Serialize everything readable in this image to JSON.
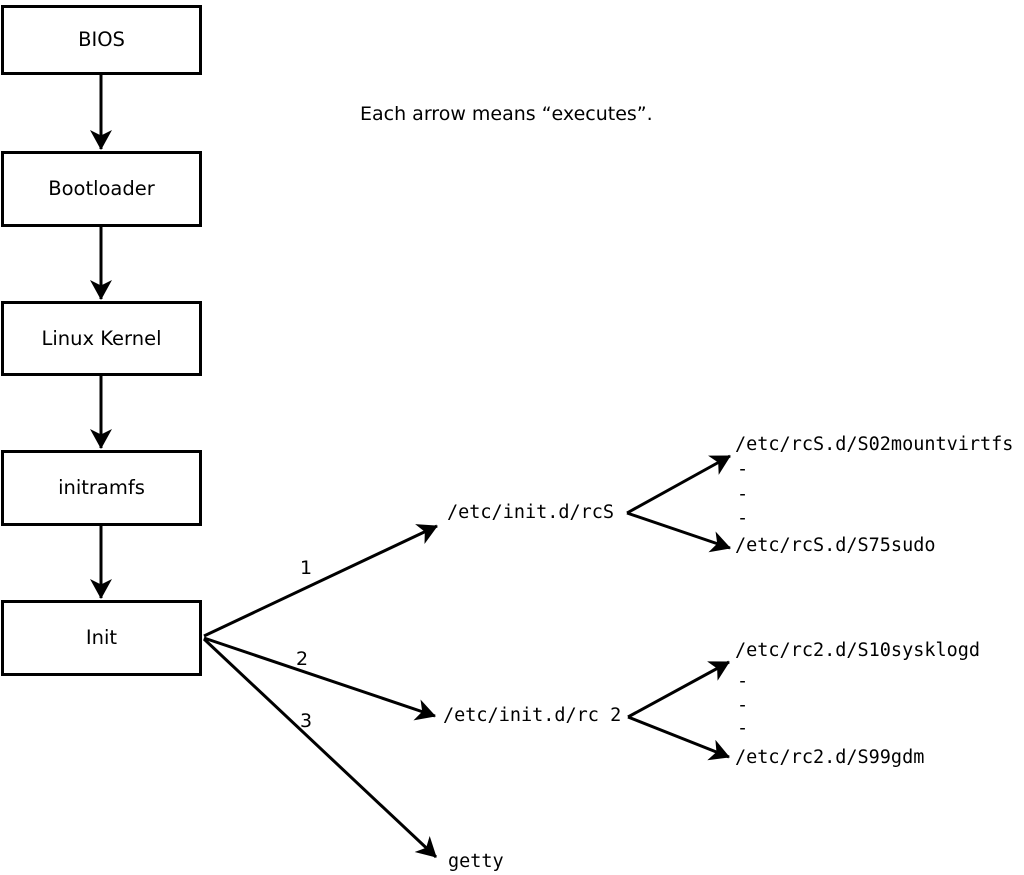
{
  "caption": "Each arrow means “executes”.",
  "chain": [
    {
      "label": "BIOS"
    },
    {
      "label": "Bootloader"
    },
    {
      "label": "Linux Kernel"
    },
    {
      "label": "initramfs"
    },
    {
      "label": "Init"
    }
  ],
  "fanout": [
    {
      "number": "1",
      "target": "/etc/init.d/rcS",
      "children": [
        "/etc/rcS.d/S02mountvirtfs",
        "-",
        "-",
        "-",
        "/etc/rcS.d/S75sudo"
      ]
    },
    {
      "number": "2",
      "target": "/etc/init.d/rc 2",
      "children": [
        "/etc/rc2.d/S10sysklogd",
        "-",
        "-",
        "-",
        "/etc/rc2.d/S99gdm"
      ]
    },
    {
      "number": "3",
      "target": "getty",
      "children": []
    }
  ],
  "colors": {
    "line": "#000000",
    "text": "#000000",
    "background": "#ffffff"
  }
}
